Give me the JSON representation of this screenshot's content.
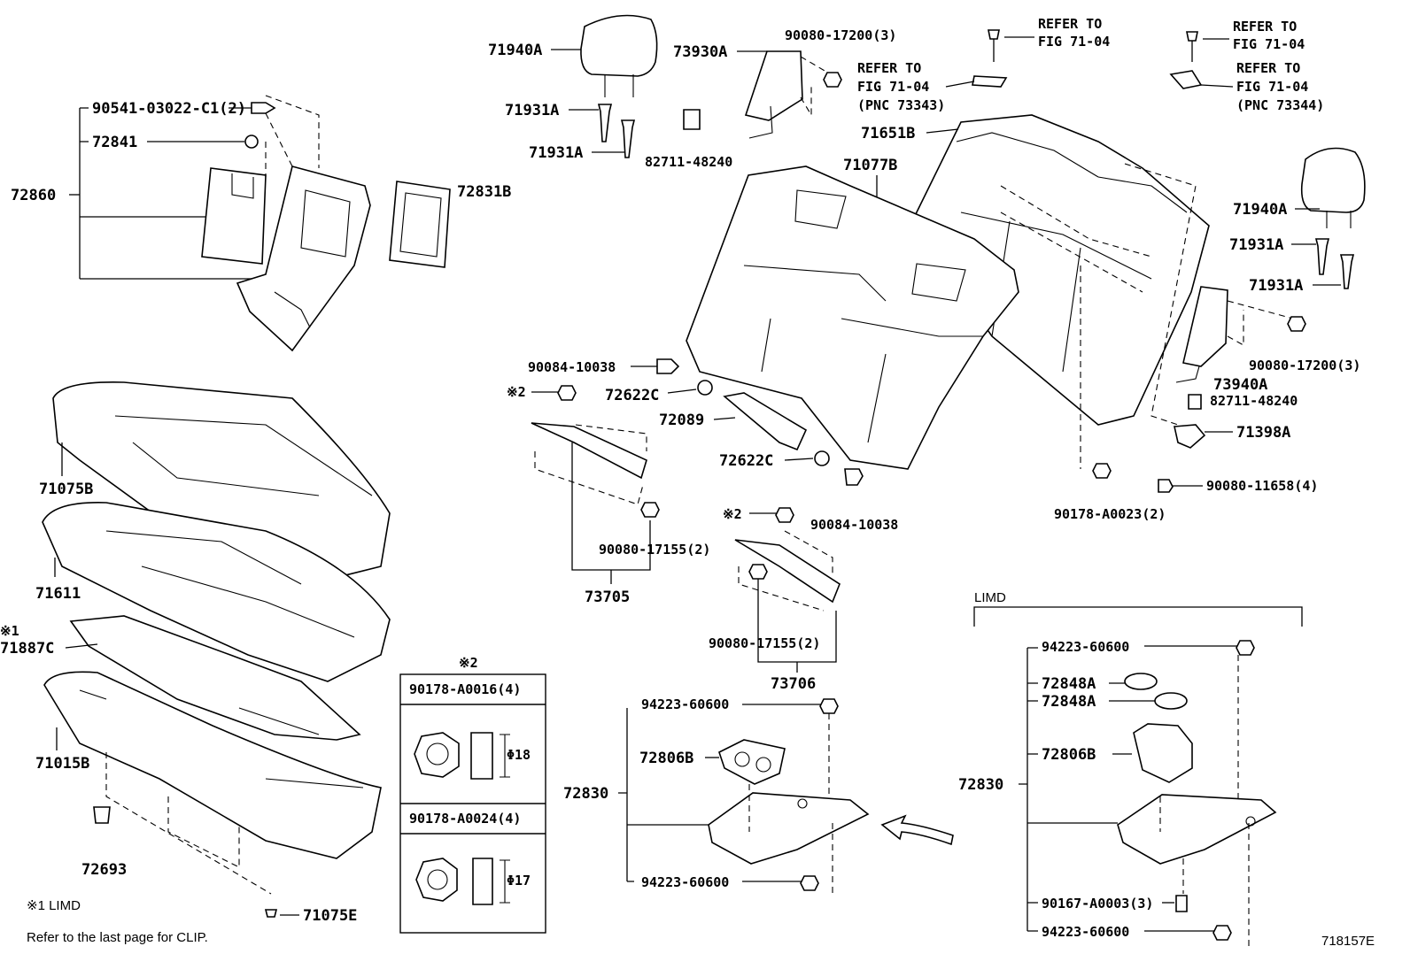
{
  "diagram_id": "718157E",
  "notes": {
    "limd_note": "※1 LIMD",
    "clip_note": "Refer to the last page for CLIP.",
    "limd_group_title": "LIMD"
  },
  "nut_table": {
    "title": "※2",
    "rows": [
      {
        "part": "90178-A0016(4)",
        "size": "Φ18"
      },
      {
        "part": "90178-A0024(4)",
        "size": "Φ17"
      }
    ]
  },
  "refer_notes": [
    {
      "line1": "REFER TO",
      "line2": "FIG 71-04"
    },
    {
      "line1": "REFER TO",
      "line2": "FIG 71-04"
    },
    {
      "line1": "REFER TO",
      "line2": "FIG 71-04",
      "line3": "(PNC 73343)"
    },
    {
      "line1": "REFER TO",
      "line2": "FIG 71-04",
      "line3": "(PNC 73344)"
    }
  ],
  "labels": {
    "p90541": "90541-03022-C1(2)",
    "p72841": "72841",
    "p72860": "72860",
    "p72831B": "72831B",
    "p71940A_l": "71940A",
    "p71931A_l1": "71931A",
    "p71931A_l2": "71931A",
    "p73930A": "73930A",
    "p90080_17200_l": "90080-17200(3)",
    "p82711_l": "82711-48240",
    "p71651B": "71651B",
    "p71077B": "71077B",
    "p71940A_r": "71940A",
    "p71931A_r1": "71931A",
    "p71931A_r2": "71931A",
    "p90080_17200_r": "90080-17200(3)",
    "p73940A": "73940A",
    "p82711_r": "82711-48240",
    "p71398A": "71398A",
    "p90080_11658": "90080-11658(4)",
    "p90178_A0023": "90178-A0023(2)",
    "p90084_a": "90084-10038",
    "p72622C_a": "72622C",
    "p72089": "72089",
    "p72622C_b": "72622C",
    "p90084_b": "90084-10038",
    "mark2_a": "※2",
    "mark2_b": "※2",
    "p90080_17155_a": "90080-17155(2)",
    "p73705": "73705",
    "p90080_17155_b": "90080-17155(2)",
    "p73706": "73706",
    "p71075B": "71075B",
    "p71611": "71611",
    "mark1": "※1",
    "p71887C": "71887C",
    "p71015B": "71015B",
    "p72693": "72693",
    "p71075E": "71075E",
    "p94223_m1": "94223-60600",
    "p72806B_m": "72806B",
    "p72830_m": "72830",
    "p94223_m2": "94223-60600",
    "p94223_r1": "94223-60600",
    "p72848A_1": "72848A",
    "p72848A_2": "72848A",
    "p72806B_r": "72806B",
    "p72830_r": "72830",
    "p90167": "90167-A0003(3)",
    "p94223_r2": "94223-60600"
  }
}
